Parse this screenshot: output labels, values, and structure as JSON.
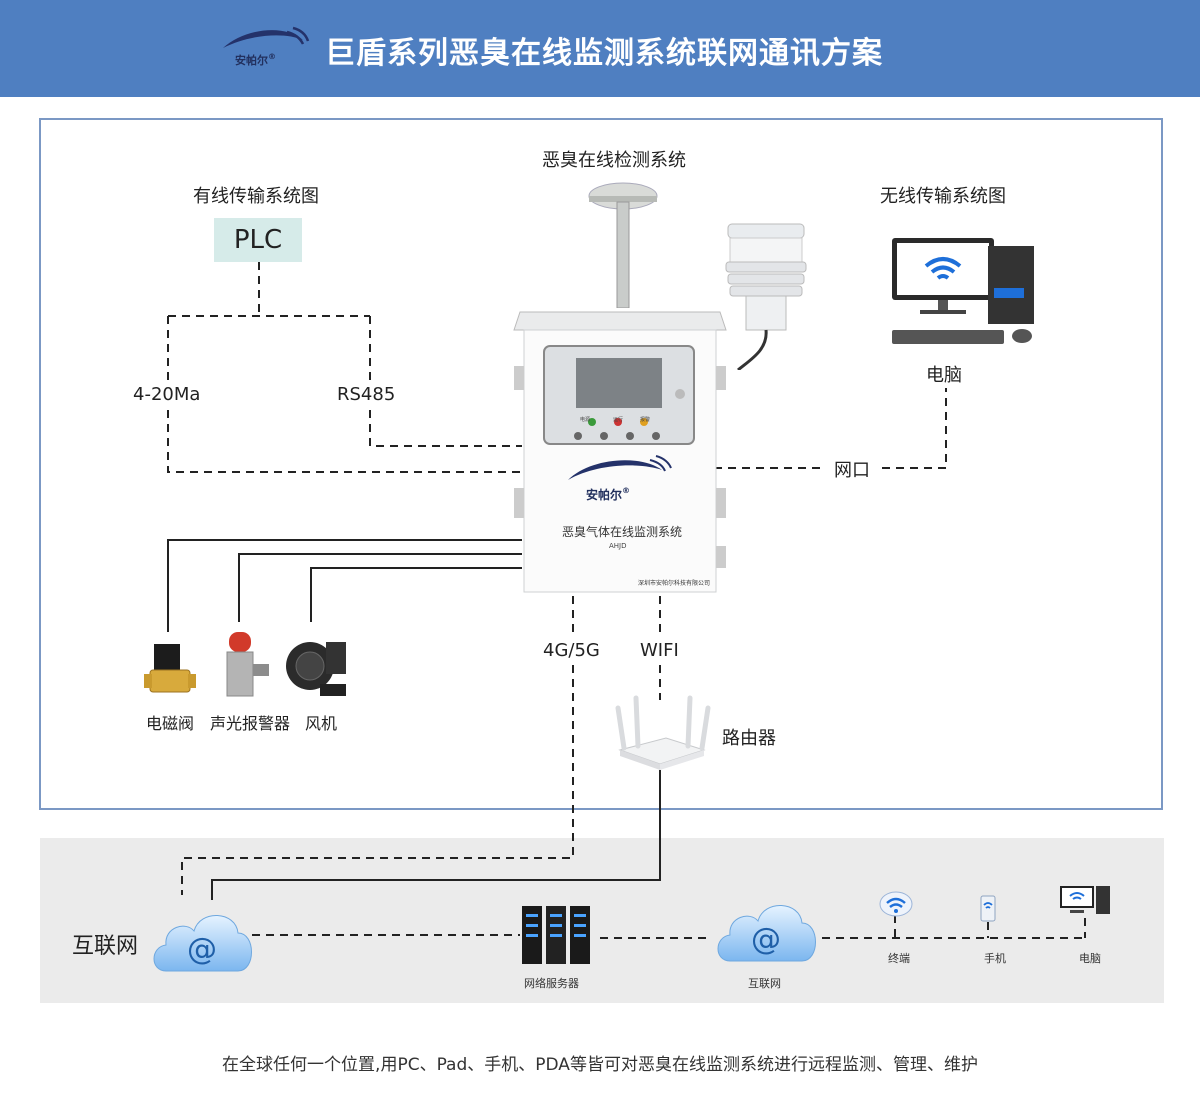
{
  "header": {
    "title": "巨盾系列恶臭在线监测系统联网通讯方案",
    "logo_text": "安帕尔",
    "logo_mark": "®"
  },
  "labels": {
    "system_title": "恶臭在线检测系统",
    "wired_title": "有线传输系统图",
    "wireless_title": "无线传输系统图",
    "plc": "PLC",
    "analog": "4-20Ma",
    "rs485": "RS485",
    "computer": "电脑",
    "network_port": "网口",
    "g45": "4G/5G",
    "wifi": "WIFI",
    "router": "路由器",
    "solenoid": "电磁阀",
    "alarm": "声光报警器",
    "fan": "风机",
    "internet_left": "互联网",
    "server": "网络服务器",
    "internet_right": "互联网",
    "terminal": "终端",
    "phone": "手机",
    "pc": "电脑"
  },
  "cabinet": {
    "logo_text": "安帕尔",
    "logo_mark": "®",
    "product_name": "恶臭气体在线监测系统",
    "model": "AHJD",
    "company": "深圳市安帕尔科技有限公司",
    "button_labels": [
      "电源",
      "运行",
      "报警"
    ]
  },
  "footer": {
    "text": "在全球任何一个位置,用PC、Pad、手机、PDA等皆可对恶臭在线监测系统进行远程监测、管理、维护"
  },
  "colors": {
    "header_bg": "#4f7fc1",
    "frame_border": "#7b98c4",
    "plc_bg": "#d6ebe9",
    "band_bg": "#ebebeb",
    "wifi_blue": "#1e6fd9"
  }
}
